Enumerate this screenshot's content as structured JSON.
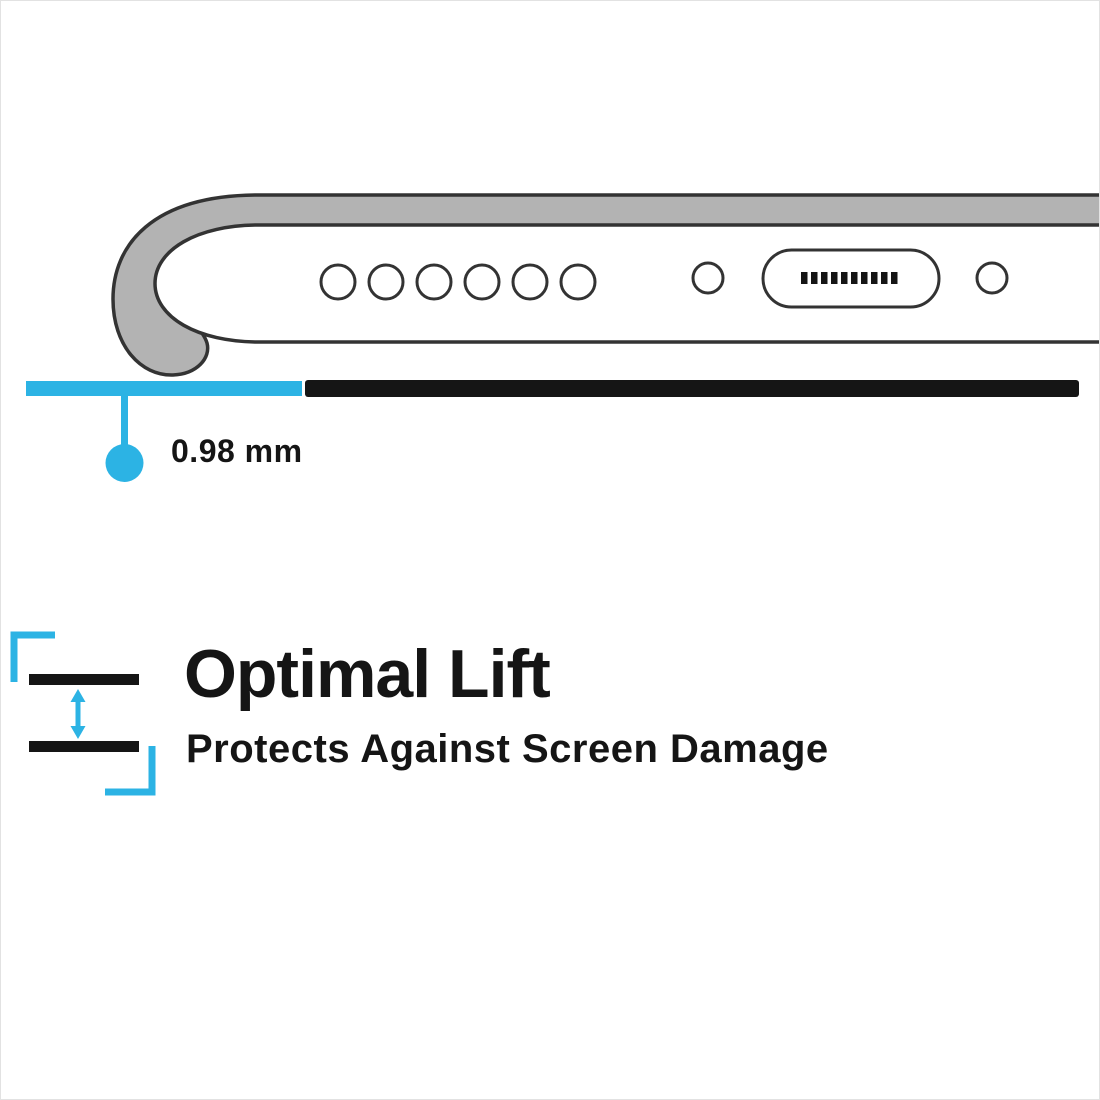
{
  "theme": {
    "accent_cyan": "#2CB3E4",
    "ink_black": "#151515",
    "case_gray": "#B3B3B3",
    "outline_dark": "#333333",
    "background": "#FFFFFF"
  },
  "measurement": {
    "value": "0.98 mm"
  },
  "feature": {
    "title": "Optimal Lift",
    "subtitle": "Protects Against Screen Damage"
  },
  "illustration": {
    "subject": "phone-bottom-edge-in-case",
    "speaker_hole_count": 6,
    "icons": {
      "lift_icon": "vertical-double-arrow-between-surfaces",
      "measurement_marker": "dot-with-stem"
    }
  }
}
